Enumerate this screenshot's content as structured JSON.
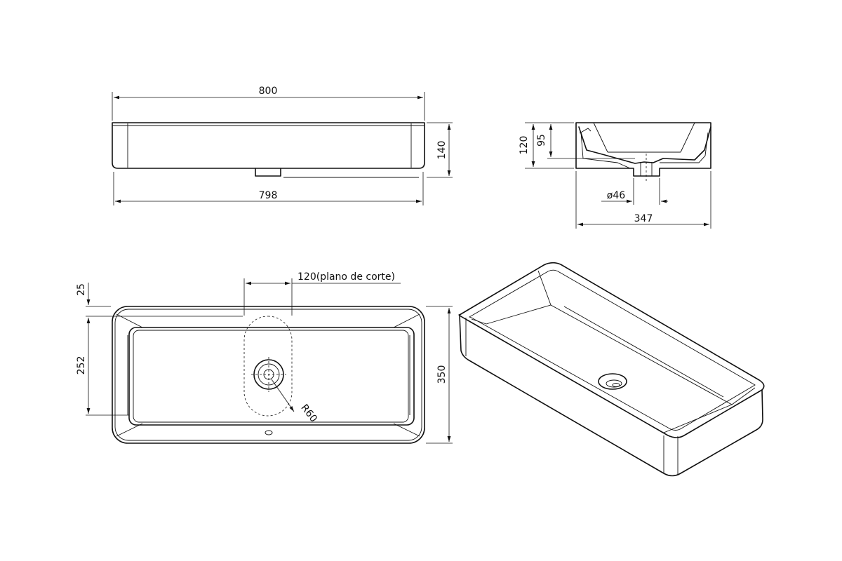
{
  "dimensions": {
    "front_width_top": "800",
    "front_width_bottom": "798",
    "front_height": "140",
    "side_height_total": "120",
    "side_height_inner": "95",
    "drain_diameter": "ø46",
    "side_depth": "347",
    "cut_plane": "120(plano de corte)",
    "rim_width": "25",
    "inner_depth": "252",
    "top_depth": "350",
    "corner_radius": "R60"
  },
  "colors": {
    "line": "#111111",
    "background": "#ffffff"
  }
}
